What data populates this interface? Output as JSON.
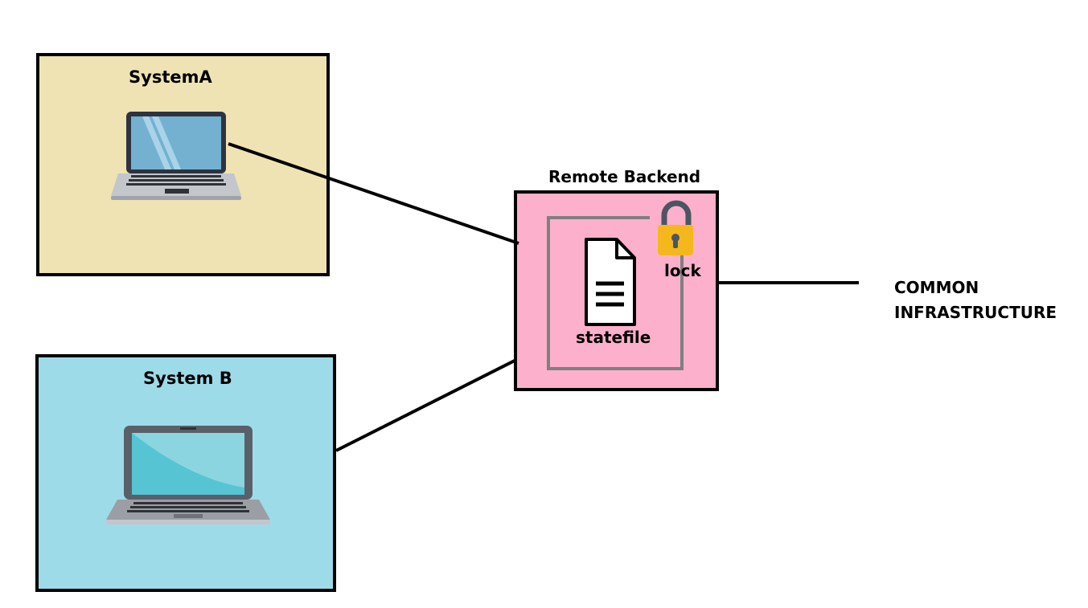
{
  "diagram": {
    "system_a": {
      "label": "SystemA",
      "icon": "laptop-icon"
    },
    "system_b": {
      "label": "System B",
      "icon": "laptop-icon"
    },
    "remote_backend": {
      "label": "Remote Backend",
      "statefile": {
        "label": "statefile",
        "icon": "document-icon"
      },
      "lock": {
        "label": "lock",
        "icon": "padlock-icon"
      }
    },
    "target": {
      "line1": "COMMON",
      "line2": "INFRASTRUCTURE"
    }
  },
  "colors": {
    "system_a_fill": "#efe3b4",
    "system_b_fill": "#9edbe9",
    "backend_fill": "#fdb0cb",
    "lock_body": "#f5b81c",
    "connector": "#000000"
  }
}
